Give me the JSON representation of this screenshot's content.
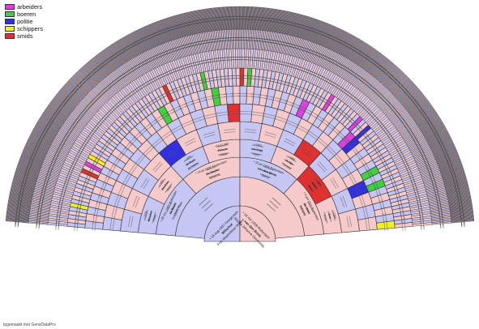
{
  "legend": [
    {
      "label": "arbeiders",
      "color": "#e040e0"
    },
    {
      "label": "boeren",
      "color": "#40d040"
    },
    {
      "label": "politie",
      "color": "#3030e0"
    },
    {
      "label": "schippers",
      "color": "#f0f020"
    },
    {
      "label": "smids",
      "color": "#e03030"
    }
  ],
  "palette": {
    "female": "#f6caca",
    "male": "#c6c6f4",
    "stroke": "#333333"
  },
  "footer": "Ipgemaakt met GensDataPro",
  "people": {
    "center_left": {
      "name": "Frits Maximiliaan Willem",
      "sub": "Wilschut",
      "dates": "• 18 aug 1937 Hoogeveen"
    },
    "center_right": {
      "name": "Jacoba Johanna Geertruida",
      "sub": "van den Brink",
      "dates": "• 16 mrt 1939 Rotterdam"
    },
    "gen1": [
      {
        "name": "Frederik Haas",
        "sub": "de Bruin",
        "dates": "• 28 nov 1907 Rotterdam"
      },
      {
        "name": "Johanna",
        "sub": "de Gooier",
        "dates": "• 14 jul 1909 Amsterdam"
      },
      {
        "name": "Gerrit",
        "sub": "van den Brink",
        "dates": "• 22 jul 1906 Rotterdam"
      },
      {
        "name": "Adriana",
        "sub": "de Vries",
        "dates": "• 4 jan 1911 Rotterdam"
      }
    ],
    "gen2": [
      {
        "name": "Pieter",
        "sub": "Wilschut",
        "dates": "• 1879"
      },
      {
        "name": "Maria",
        "sub": "Hendriks",
        "dates": "• 1881"
      },
      {
        "name": "Jan Willem",
        "sub": "de Bruin",
        "dates": "• 1875"
      },
      {
        "name": "Hilletje",
        "sub": "Palsum",
        "dates": "• 14 jul 1880"
      },
      {
        "name": "Gerrit",
        "sub": "van Ruijn",
        "dates": "• 1882"
      },
      {
        "name": "Cornelia",
        "sub": "de Rijk",
        "dates": "• 1884"
      },
      {
        "name": "Willem",
        "sub": "Kuiper",
        "dates": "• 1880"
      },
      {
        "name": "Anna",
        "sub": "Boer",
        "dates": "• 1883"
      }
    ]
  }
}
